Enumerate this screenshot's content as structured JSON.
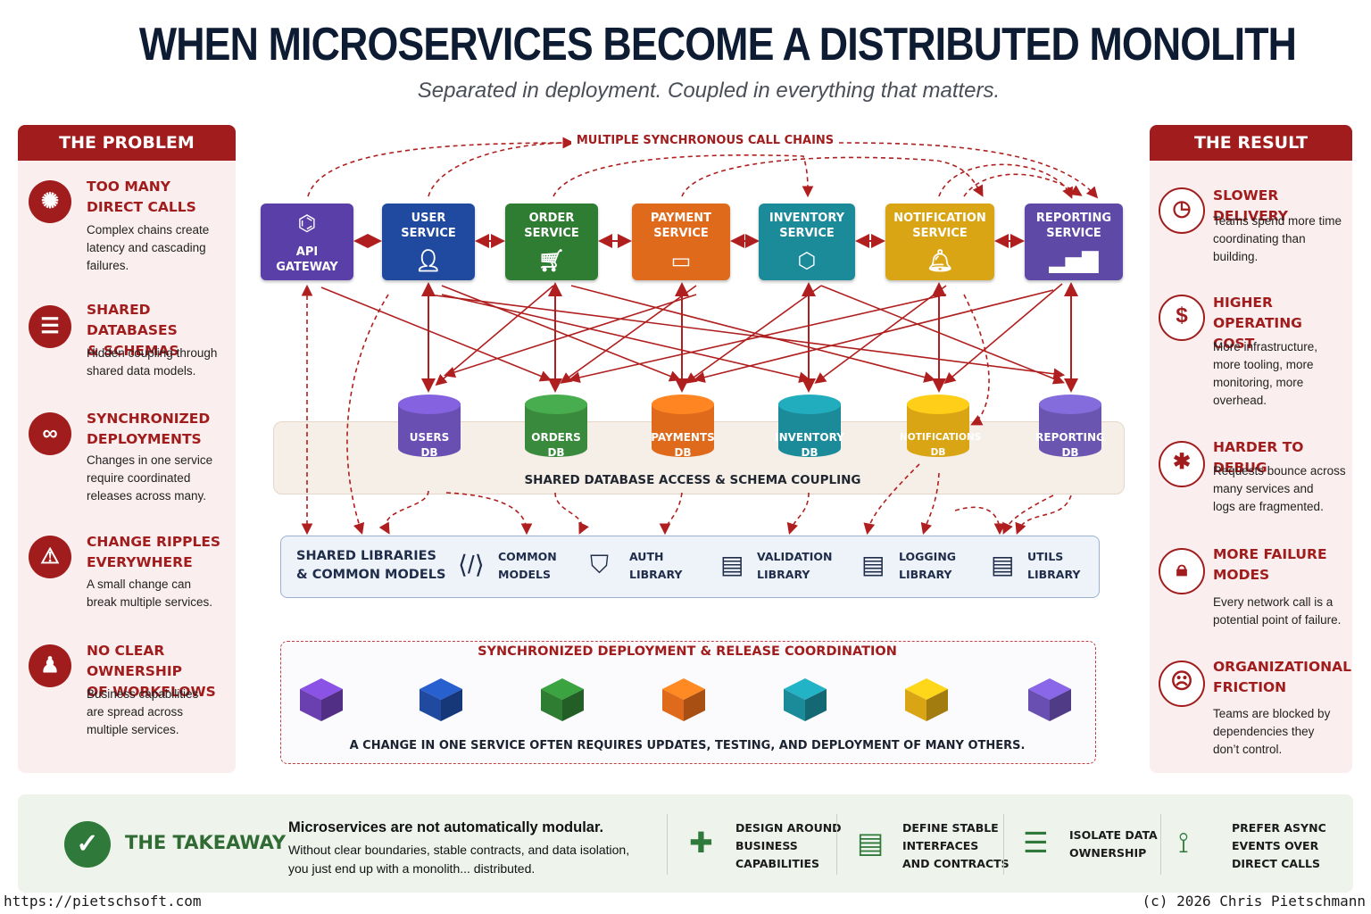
{
  "header": {
    "title": "WHEN MICROSERVICES BECOME A DISTRIBUTED MONOLITH",
    "subtitle": "Separated in deployment. Coupled in everything that matters."
  },
  "problem": {
    "heading": "THE PROBLEM",
    "items": [
      {
        "title": "TOO MANY\nDIRECT CALLS",
        "desc": "Complex chains create\nlatency and cascading\nfailures.",
        "icon": "network-icon"
      },
      {
        "title": "SHARED DATABASES\n& SCHEMAS",
        "desc": "Hidden coupling through\nshared data models.",
        "icon": "database-icon"
      },
      {
        "title": "SYNCHRONIZED\nDEPLOYMENTS",
        "desc": "Changes in one service\nrequire coordinated\nreleases across many.",
        "icon": "link-icon"
      },
      {
        "title": "CHANGE RIPPLES\nEVERYWHERE",
        "desc": "A small change can\nbreak multiple services.",
        "icon": "warning-icon"
      },
      {
        "title": "NO CLEAR OWNERSHIP\nOF WORKFLOWS",
        "desc": "Business capabilities\nare spread across\nmultiple services.",
        "icon": "people-icon"
      }
    ]
  },
  "result": {
    "heading": "THE RESULT",
    "items": [
      {
        "title": "SLOWER DELIVERY",
        "desc": "Teams spend more time\ncoordinating than\nbuilding.",
        "icon": "clock-icon"
      },
      {
        "title": "HIGHER OPERATING\nCOST",
        "desc": "More infrastructure,\nmore tooling, more\nmonitoring, more\noverhead.",
        "icon": "dollar-icon"
      },
      {
        "title": "HARDER TO DEBUG",
        "desc": "Requests bounce across\nmany services and\nlogs are fragmented.",
        "icon": "bug-icon"
      },
      {
        "title": "MORE FAILURE\nMODES",
        "desc": "Every network call is a\npotential point of failure.",
        "icon": "lock-icon"
      },
      {
        "title": "ORGANIZATIONAL\nFRICTION",
        "desc": "Teams are blocked by\ndependencies they\ndon’t control.",
        "icon": "frustrated-face-icon"
      }
    ]
  },
  "diagram": {
    "chains_label": "MULTIPLE SYNCHRONOUS CALL CHAINS",
    "services": [
      {
        "label": "API\nGATEWAY",
        "color": "#5b3fa8",
        "icon": "gateway-icon"
      },
      {
        "label": "USER\nSERVICE",
        "color": "#1f4aa0",
        "icon": "user-icon"
      },
      {
        "label": "ORDER\nSERVICE",
        "color": "#2e7d32",
        "icon": "cart-icon"
      },
      {
        "label": "PAYMENT\nSERVICE",
        "color": "#e06a1b",
        "icon": "credit-card-icon"
      },
      {
        "label": "INVENTORY\nSERVICE",
        "color": "#1b8a99",
        "icon": "box-icon"
      },
      {
        "label": "NOTIFICATION\nSERVICE",
        "color": "#d9a514",
        "icon": "bell-icon"
      },
      {
        "label": "REPORTING\nSERVICE",
        "color": "#5e4aa6",
        "icon": "bar-chart-icon"
      }
    ],
    "databases": [
      {
        "label": "USERS\nDB",
        "color": "#6a4fb3"
      },
      {
        "label": "ORDERS\nDB",
        "color": "#3a8a3e"
      },
      {
        "label": "PAYMENTS\nDB",
        "color": "#e06a1b"
      },
      {
        "label": "INVENTORY\nDB",
        "color": "#1b8a99"
      },
      {
        "label": "NOTIFICATIONS\nDB",
        "color": "#d9a514"
      },
      {
        "label": "REPORTING\nDB",
        "color": "#6a56b0"
      }
    ],
    "db_band_label": "SHARED DATABASE ACCESS & SCHEMA COUPLING",
    "libraries": {
      "title": "SHARED LIBRARIES\n& COMMON MODELS",
      "items": [
        {
          "label": "COMMON\nMODELS",
          "icon": "code-icon"
        },
        {
          "label": "AUTH\nLIBRARY",
          "icon": "shield-icon"
        },
        {
          "label": "VALIDATION\nLIBRARY",
          "icon": "document-icon"
        },
        {
          "label": "LOGGING\nLIBRARY",
          "icon": "log-document-icon"
        },
        {
          "label": "UTILS\nLIBRARY",
          "icon": "document-lines-icon"
        }
      ]
    },
    "deployment": {
      "title": "SYNCHRONIZED DEPLOYMENT & RELEASE COORDINATION",
      "note": "A CHANGE IN ONE SERVICE OFTEN REQUIRES UPDATES, TESTING, AND DEPLOYMENT OF MANY OTHERS.",
      "cube_colors": [
        "#6a3fb0",
        "#1f4aa0",
        "#2e7d32",
        "#e06a1b",
        "#1b8a99",
        "#d9a514",
        "#6a4fb3"
      ]
    }
  },
  "takeaway": {
    "label": "THE TAKEAWAY",
    "headline": "Microservices are not automatically modular.",
    "body": "Without clear boundaries, stable contracts, and data isolation,\nyou just end up with a monolith... distributed.",
    "tips": [
      {
        "label": "DESIGN AROUND\nBUSINESS\nCAPABILITIES",
        "icon": "puzzle-icon"
      },
      {
        "label": "DEFINE STABLE\nINTERFACES\nAND CONTRACTS",
        "icon": "contract-icon"
      },
      {
        "label": "ISOLATE DATA\nOWNERSHIP",
        "icon": "database-icon"
      },
      {
        "label": "PREFER ASYNC\nEVENTS OVER\nDIRECT CALLS",
        "icon": "event-flow-icon"
      }
    ]
  },
  "footer": {
    "left": "https://pietschsoft.com",
    "right": "(c) 2026 Chris Pietschmann"
  }
}
